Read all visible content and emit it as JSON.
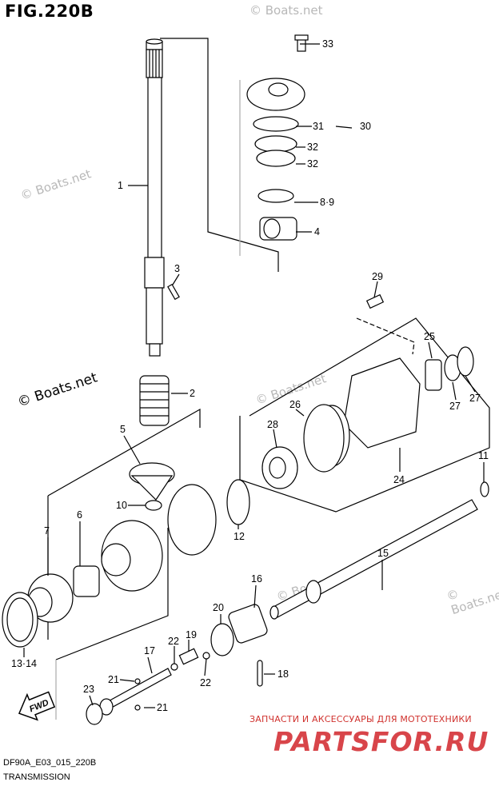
{
  "figure": {
    "title": "FIG.220B",
    "model_code": "DF90A_E03_015_220B",
    "section_name": "TRANSMISSION"
  },
  "watermarks": {
    "primary": "© Boats.net",
    "faint": "© Boats.net"
  },
  "promo": {
    "tagline": "ЗАПЧАСТИ И АКСЕССУАРЫ ДЛЯ МОТОТЕХНИКИ",
    "logo": "PARTSFOR.RU",
    "color": "#d8454a"
  },
  "direction_arrow": {
    "label": "FWD"
  },
  "callouts": [
    "33",
    "31",
    "30",
    "32",
    "32",
    "8·9",
    "4",
    "1",
    "3",
    "29",
    "25",
    "2",
    "26",
    "28",
    "27",
    "27",
    "5",
    "24",
    "11",
    "10",
    "12",
    "7",
    "6",
    "15",
    "16",
    "13·14",
    "20",
    "19",
    "22",
    "22",
    "17",
    "18",
    "21",
    "21",
    "23"
  ]
}
